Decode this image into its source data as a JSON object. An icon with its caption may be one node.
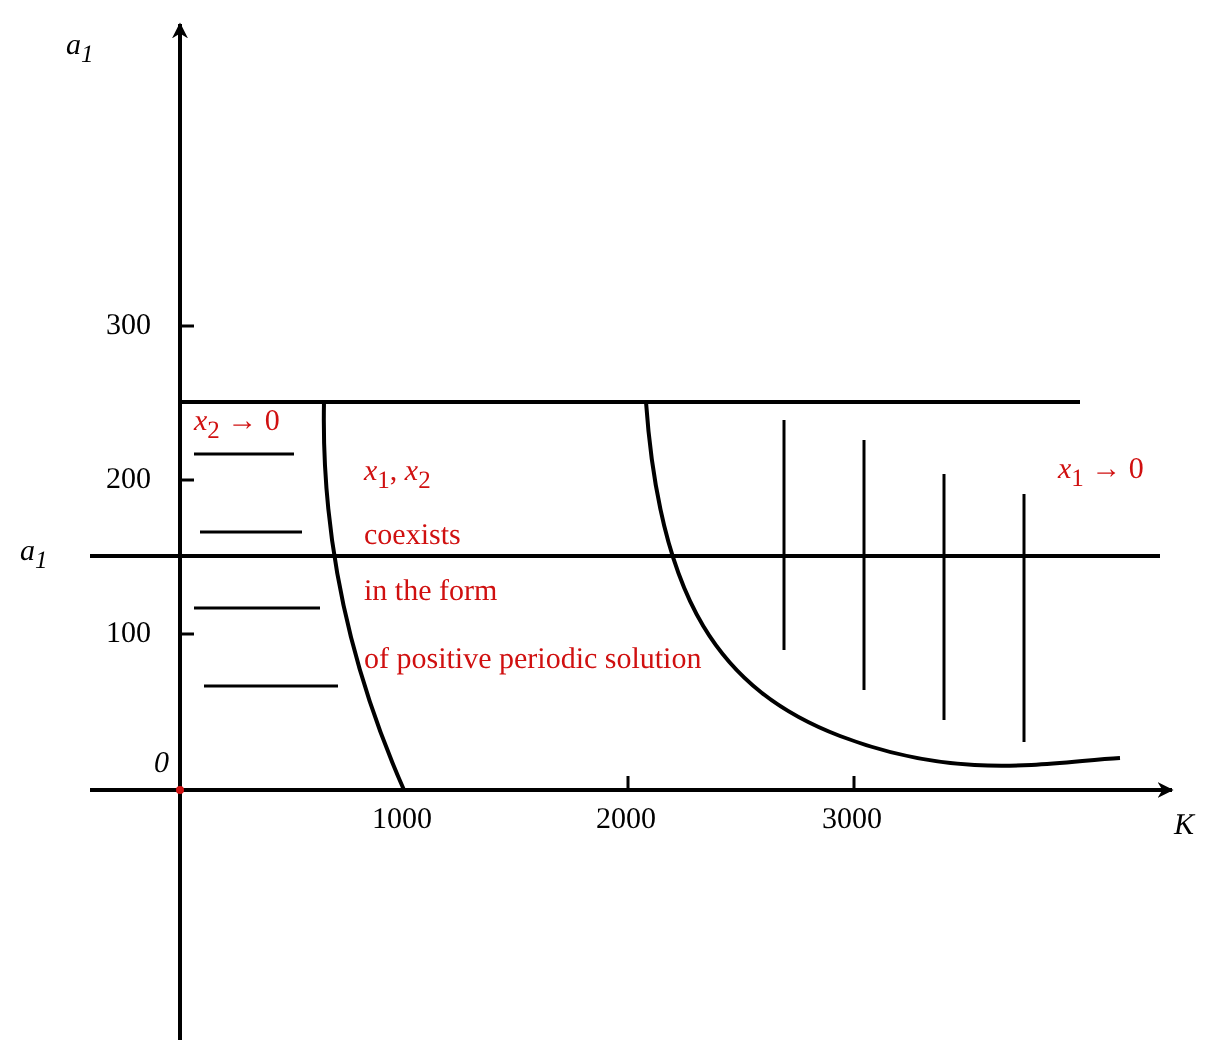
{
  "diagram": {
    "labels": [
      "*a*$_{1}$",
      "300",
      "*x*$_{2}$ → 0",
      "200",
      "*x*$_{1}$, *x*$_{2}$",
      "*x*$_{1}$ → 0",
      "coexists",
      "*a*$_{1}$",
      "in the form",
      "100",
      "of positive periodic solution",
      "0",
      "1000",
      "2000",
      "3000",
      "K"
    ]
  }
}
